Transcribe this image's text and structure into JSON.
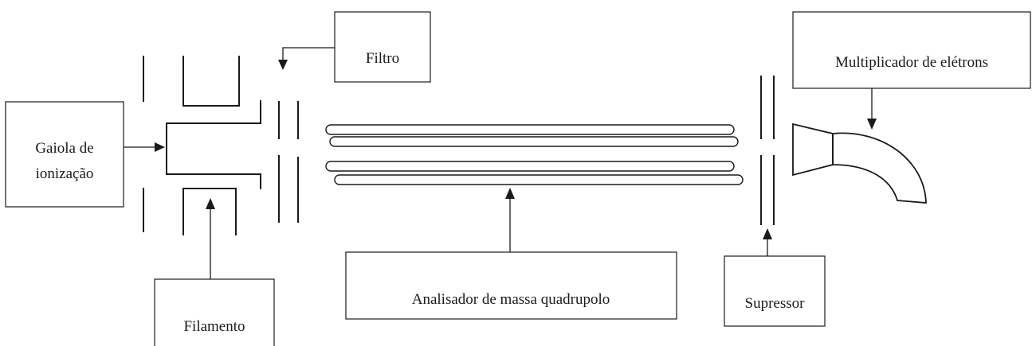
{
  "labels": {
    "filtro": "Filtro",
    "multiplicador": "Multiplicador de elétrons",
    "gaiola_line1": "Gaiola de",
    "gaiola_line2": "ionização",
    "filamento": "Filamento",
    "analisador": "Analisador de massa quadrupolo",
    "supressor": "Supressor"
  }
}
